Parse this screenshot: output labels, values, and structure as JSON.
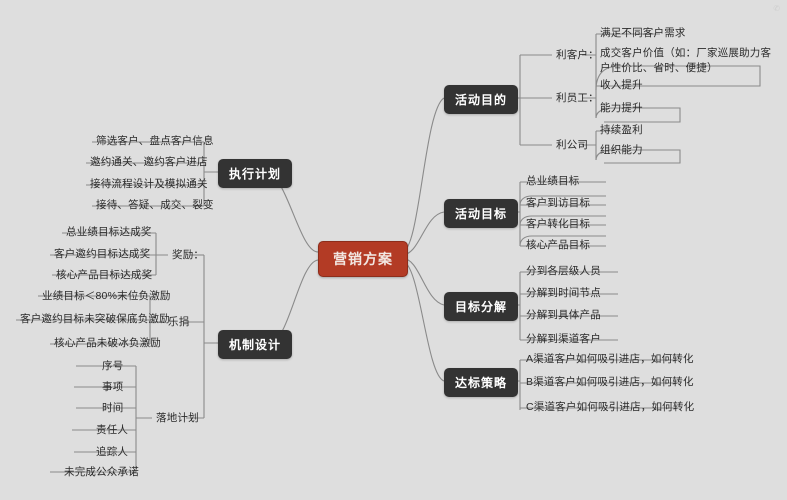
{
  "background": "#dedede",
  "colors": {
    "root_fill": "#b33b25",
    "root_text": "#f2e7e2",
    "branch_fill": "#333333",
    "branch_text": "#ffffff",
    "leaf_text": "#2a2a2a",
    "edge": "#8a8a8a"
  },
  "watermark": "✆",
  "root": {
    "label": "营销方案"
  },
  "branches": {
    "huodong_mudi": {
      "label": "活动目的",
      "groups": [
        {
          "label": "利客户：",
          "leaves": [
            "满足不同客户需求",
            "成交客户价值（如：厂家巡展助力客户性价比、省时、便捷）"
          ]
        },
        {
          "label": "利员工：",
          "leaves": [
            "收入提升",
            "能力提升"
          ]
        },
        {
          "label": "利公司",
          "leaves": [
            "持续盈利",
            "组织能力"
          ]
        }
      ]
    },
    "huodong_mubiao": {
      "label": "活动目标",
      "leaves": [
        "总业绩目标",
        "客户到访目标",
        "客户转化目标",
        "核心产品目标"
      ]
    },
    "mubiao_fenjie": {
      "label": "目标分解",
      "leaves": [
        "分到各层级人员",
        "分解到时间节点",
        "分解到具体产品",
        "分解到渠道客户"
      ]
    },
    "dabiao_celue": {
      "label": "达标策略",
      "leaves": [
        "A渠道客户如何吸引进店，如何转化",
        "B渠道客户如何吸引进店，如何转化",
        "C渠道客户如何吸引进店，如何转化"
      ]
    },
    "zhixing_jihua": {
      "label": "执行计划",
      "leaves": [
        "筛选客户、盘点客户信息",
        "邀约通关、邀约客户进店",
        "接待流程设计及模拟通关",
        "接待、答疑、成交、裂变"
      ]
    },
    "jizhi_sheji": {
      "label": "机制设计",
      "groups": [
        {
          "label": "奖励：",
          "leaves": [
            "总业绩目标达成奖",
            "客户邀约目标达成奖",
            "核心产品目标达成奖"
          ]
        },
        {
          "label": "乐捐",
          "leaves": [
            "业绩目标＜80%末位负激励",
            "客户邀约目标未突破保底负激励",
            "核心产品未破冰负激励"
          ]
        },
        {
          "label": "落地计划",
          "leaves": [
            "序号",
            "事项",
            "时间",
            "责任人",
            "追踪人",
            "未完成公众承诺"
          ]
        }
      ]
    }
  }
}
